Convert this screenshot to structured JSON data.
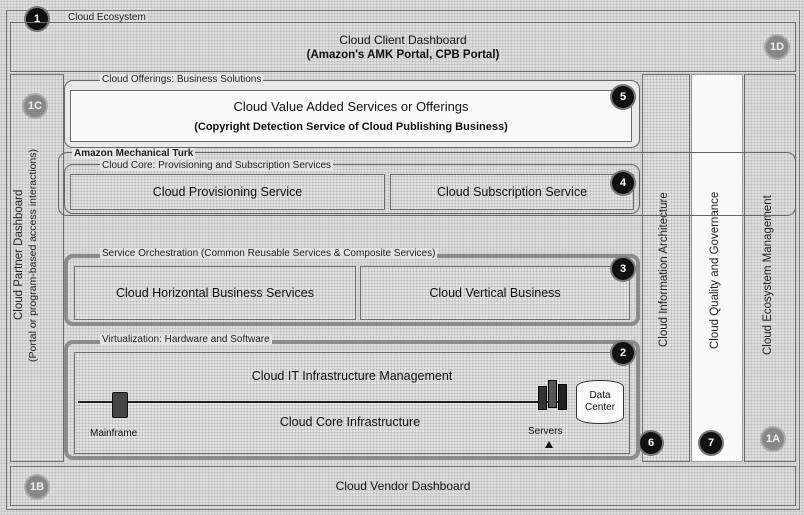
{
  "ecosystem_label": "Cloud Ecosystem",
  "client_dashboard": {
    "title": "Cloud Client Dashboard",
    "subtitle": "(Amazon's AMK Portal, CPB Portal)"
  },
  "offerings": {
    "label": "Cloud Offerings: Business Solutions",
    "title": "Cloud Value Added Services or Offerings",
    "subtitle": "(Copyright Detection Service of Cloud Publishing Business)"
  },
  "mechanical_turk_label": "Amazon Mechanical Turk",
  "core": {
    "label": "Cloud Core: Provisioning and Subscription Services",
    "provisioning": "Cloud Provisioning Service",
    "subscription": "Cloud Subscription Service"
  },
  "orchestration": {
    "label": "Service Orchestration (Common Reusable Services & Composite Services)",
    "horizontal": "Cloud Horizontal Business Services",
    "vertical": "Cloud Vertical Business"
  },
  "virtualization": {
    "label": "Virtualization: Hardware and Software",
    "it_mgmt": "Cloud IT Infrastructure Management",
    "core_infra": "Cloud Core Infrastructure",
    "mainframe": "Mainframe",
    "servers": "Servers",
    "data_center": "Data Center"
  },
  "partner_dashboard": {
    "title": "Cloud Partner Dashboard",
    "subtitle": "(Portal or program-based access interactions)"
  },
  "info_architecture": "Cloud Information Architecture",
  "quality": "Cloud Quality and Governance",
  "ecosystem_mgmt": "Cloud Ecosystem Management",
  "vendor_dashboard": "Cloud Vendor Dashboard",
  "markers": {
    "m1": "1",
    "m1d": "1D",
    "m1c": "1C",
    "m1b": "1B",
    "m1a": "1A",
    "m2": "2",
    "m3": "3",
    "m4": "4",
    "m5": "5",
    "m6": "6",
    "m7": "7"
  }
}
